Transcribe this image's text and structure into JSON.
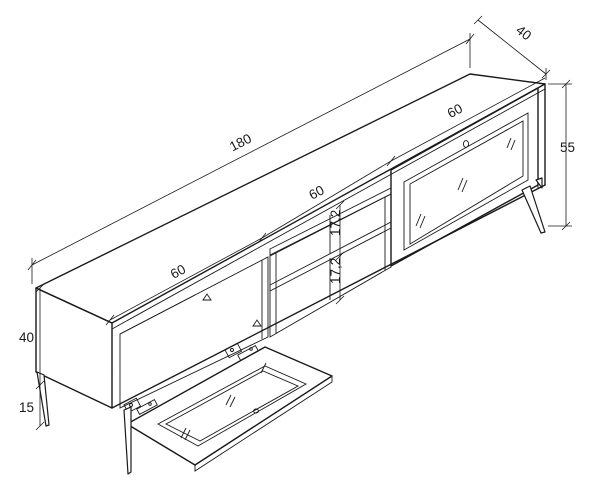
{
  "dimensions": {
    "total_length": "180",
    "depth": "40",
    "height": "55",
    "left_section_width": "60",
    "middle_section_width": "60",
    "right_section_width": "60",
    "shelf_height_upper": "17,2",
    "shelf_height_lower": "17,2",
    "body_height_left": "40",
    "leg_height": "15"
  },
  "colors": {
    "line": "#1a1a1a",
    "background": "#ffffff"
  }
}
